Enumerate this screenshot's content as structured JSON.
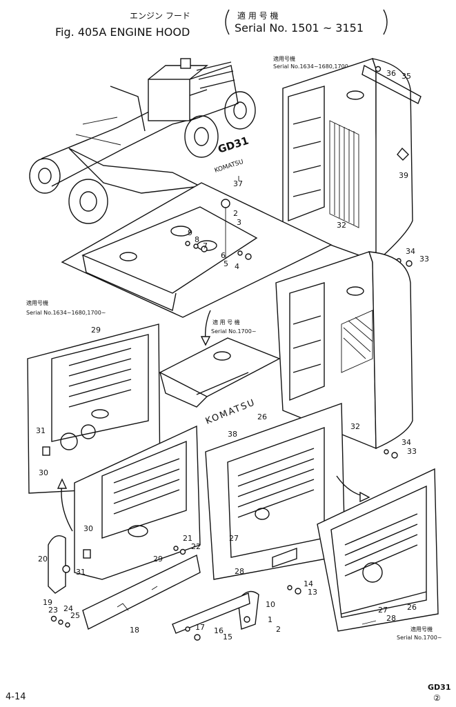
{
  "header": {
    "title_jp": "エンジン フード",
    "title_en": "Fig. 405A  ENGINE HOOD",
    "serial_jp": "適 用 号 機",
    "serial_en": "Serial No. 1501 ~ 3151"
  },
  "notes": {
    "top_right_jp": "適用号機",
    "top_right_en": "Serial No.1634~1680,1700~",
    "left_jp": "適用号機",
    "left_en": "Serial No.1634~1680,1700~",
    "mid_jp": "適 用 号 機",
    "mid_en": "Serial No.1700~",
    "bottom_right_jp": "適用号機",
    "bottom_right_en": "Serial No.1700~"
  },
  "decals": {
    "gd31": "GD31",
    "komatsu_small": "KOMATSU",
    "komatsu_big": "KOMATSU"
  },
  "callouts": {
    "c1": "1",
    "c2": "2",
    "c3": "3",
    "c4": "4",
    "c5": "5",
    "c6": "6",
    "c7": "7",
    "c8": "8",
    "c9": "9",
    "c11": "1",
    "c12": "2",
    "c13": "13",
    "c14": "14",
    "c15": "15",
    "c16": "16",
    "c17": "17",
    "c10": "10",
    "c18": "18",
    "c19": "19",
    "c20": "20",
    "c21": "21",
    "c22": "22",
    "c23": "23",
    "c24": "24",
    "c25": "25",
    "c26a": "26",
    "c26b": "26",
    "c27a": "27",
    "c27b": "27",
    "c28a": "28",
    "c28b": "28",
    "c29a": "29",
    "c29b": "29",
    "c30a": "30",
    "c30b": "30",
    "c31a": "31",
    "c31b": "31",
    "c32a": "32",
    "c32b": "32",
    "c33a": "33",
    "c33b": "33",
    "c34a": "34",
    "c34b": "34",
    "c35": "35",
    "c36": "36",
    "c37": "37",
    "c38": "38",
    "c39": "39"
  },
  "footer": {
    "page": "4-14",
    "model": "GD31",
    "revision": "②"
  }
}
